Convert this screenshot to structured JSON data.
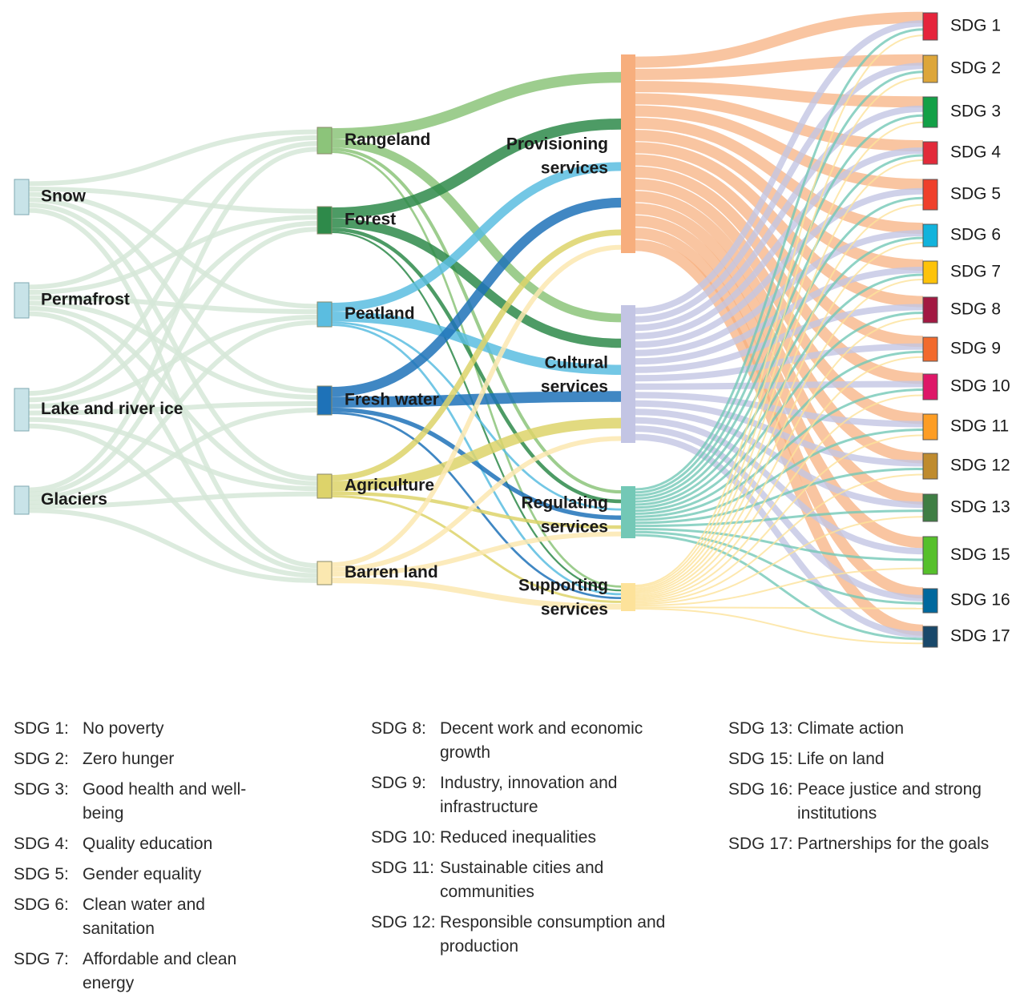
{
  "diagram": {
    "cryosphere": [
      {
        "id": "snow",
        "label": "Snow",
        "color": "#c8e3e8"
      },
      {
        "id": "permafrost",
        "label": "Permafrost",
        "color": "#c8e3e8"
      },
      {
        "id": "lake",
        "label": "Lake and river ice",
        "color": "#c8e3e8"
      },
      {
        "id": "glaciers",
        "label": "Glaciers",
        "color": "#c8e3e8"
      }
    ],
    "ecosystems": [
      {
        "id": "rangeland",
        "label": "Rangeland",
        "color": "#8cc47a"
      },
      {
        "id": "forest",
        "label": "Forest",
        "color": "#2e8a4a"
      },
      {
        "id": "peatland",
        "label": "Peatland",
        "color": "#5bbde0"
      },
      {
        "id": "freshwater",
        "label": "Fresh water",
        "color": "#1e72b8"
      },
      {
        "id": "agriculture",
        "label": "Agriculture",
        "color": "#ddd36a"
      },
      {
        "id": "barren",
        "label": "Barren land",
        "color": "#fbe8b0"
      }
    ],
    "services": [
      {
        "id": "prov",
        "label_lines": [
          "Provisioning",
          "services"
        ],
        "color": "#f7ae7d"
      },
      {
        "id": "cult",
        "label_lines": [
          "Cultural",
          "services"
        ],
        "color": "#c3c5e4"
      },
      {
        "id": "reg",
        "label_lines": [
          "Regulating",
          "services"
        ],
        "color": "#73c8b6"
      },
      {
        "id": "sup",
        "label_lines": [
          "Supporting",
          "services"
        ],
        "color": "#fde29a"
      }
    ],
    "sdgs": [
      {
        "id": "s1",
        "label": "SDG 1",
        "color": "#e5243b"
      },
      {
        "id": "s2",
        "label": "SDG 2",
        "color": "#dda63a"
      },
      {
        "id": "s3",
        "label": "SDG 3",
        "color": "#13a047"
      },
      {
        "id": "s4",
        "label": "SDG 4",
        "color": "#e22a3a"
      },
      {
        "id": "s5",
        "label": "SDG 5",
        "color": "#ef402b"
      },
      {
        "id": "s6",
        "label": "SDG 6",
        "color": "#12b3dc"
      },
      {
        "id": "s7",
        "label": "SDG 7",
        "color": "#fdc30a"
      },
      {
        "id": "s8",
        "label": "SDG 8",
        "color": "#a21942"
      },
      {
        "id": "s9",
        "label": "SDG 9",
        "color": "#f26a2d"
      },
      {
        "id": "s10",
        "label": "SDG 10",
        "color": "#de1768"
      },
      {
        "id": "s11",
        "label": "SDG 11",
        "color": "#fd9d24"
      },
      {
        "id": "s12",
        "label": "SDG 12",
        "color": "#bf8b2e"
      },
      {
        "id": "s13",
        "label": "SDG 13",
        "color": "#3f7e44"
      },
      {
        "id": "s15",
        "label": "SDG 15",
        "color": "#56c02b"
      },
      {
        "id": "s16",
        "label": "SDG 16",
        "color": "#00689d"
      },
      {
        "id": "s17",
        "label": "SDG 17",
        "color": "#19486a"
      }
    ],
    "link_colors": {
      "cryosphere": "#d6e8d8"
    }
  },
  "legend": {
    "columns": [
      [
        {
          "code": "SDG 1:",
          "desc": "No poverty"
        },
        {
          "code": "SDG 2:",
          "desc": "Zero hunger"
        },
        {
          "code": "SDG 3:",
          "desc": "Good health and well-being"
        },
        {
          "code": "SDG 4:",
          "desc": "Quality education"
        },
        {
          "code": "SDG 5:",
          "desc": "Gender equality"
        },
        {
          "code": "SDG 6:",
          "desc": "Clean water and sanitation"
        },
        {
          "code": "SDG 7:",
          "desc": "Affordable and clean energy"
        }
      ],
      [
        {
          "code": "SDG 8:",
          "desc": "Decent work and economic growth"
        },
        {
          "code": "SDG 9:",
          "desc": "Industry, innovation and infrastructure"
        },
        {
          "code": "SDG 10:",
          "desc": "Reduced inequalities"
        },
        {
          "code": "SDG 11:",
          "desc": "Sustainable cities and communities"
        },
        {
          "code": "SDG 12:",
          "desc": "Responsible consumption and production"
        }
      ],
      [
        {
          "code": "SDG 13:",
          "desc": "Climate action"
        },
        {
          "code": "SDG 15:",
          "desc": "Life on land"
        },
        {
          "code": "SDG 16:",
          "desc": "Peace justice and strong institutions"
        },
        {
          "code": "SDG 17:",
          "desc": "Partnerships for the goals"
        }
      ]
    ]
  }
}
